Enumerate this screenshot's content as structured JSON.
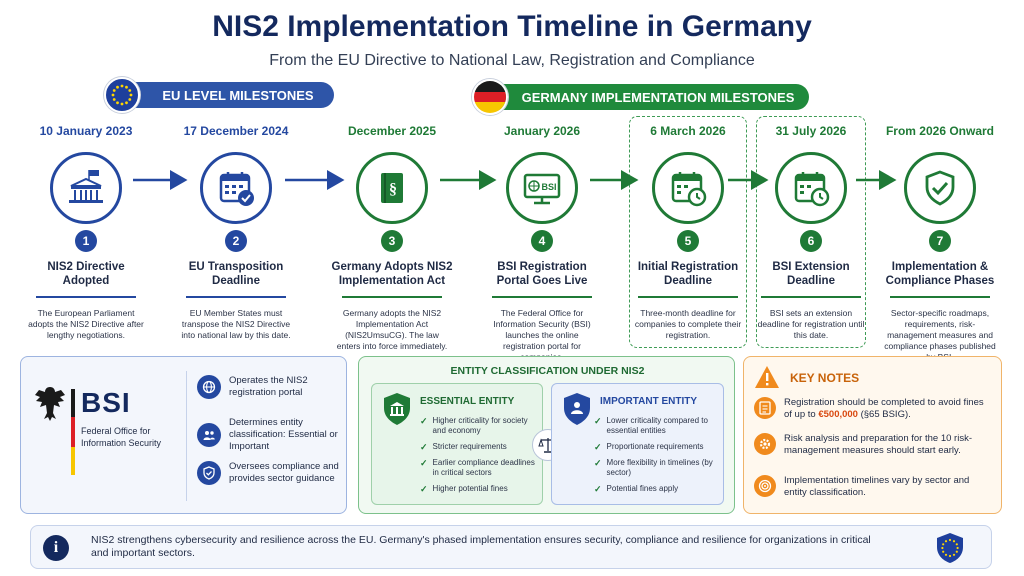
{
  "header": {
    "title": "NIS2 Implementation Timeline in Germany",
    "subtitle": "From the EU Directive to National Law, Registration and Compliance"
  },
  "banners": {
    "eu": "EU LEVEL MILESTONES",
    "germany": "GERMANY IMPLEMENTATION MILESTONES"
  },
  "stages": [
    {
      "number": "1",
      "date": "10 January 2023",
      "label": "NIS2 Directive Adopted",
      "description": "The European Parliament adopts the NIS2 Directive after lengthy negotiations.",
      "icon": "parliament-building-icon"
    },
    {
      "number": "2",
      "date": "17 December 2024",
      "label": "EU Transposition Deadline",
      "description": "EU Member States must transpose the NIS2 Directive into national law by this date.",
      "icon": "calendar-check-icon"
    },
    {
      "number": "3",
      "date": "December 2025",
      "label": "Germany Adopts NIS2 Implementation Act",
      "description": "Germany adopts the NIS2 Implementation Act (NIS2UmsuCG). The law enters into force immediately.",
      "icon": "law-book-icon"
    },
    {
      "number": "4",
      "date": "January 2026",
      "label": "BSI Registration Portal Goes Live",
      "description": "The Federal Office for Information Security (BSI) launches the online registration portal for companies.",
      "icon": "monitor-bsi-icon",
      "monitor_text": "BSI"
    },
    {
      "number": "5",
      "date": "6 March 2026",
      "label": "Initial Registration Deadline",
      "description": "Three-month deadline for companies to complete their registration.",
      "icon": "calendar-clock-icon"
    },
    {
      "number": "6",
      "date": "31 July 2026",
      "label": "BSI Extension Deadline",
      "description": "BSI sets an extension deadline for registration until this date.",
      "icon": "calendar-clock-icon"
    },
    {
      "number": "7",
      "date": "From 2026 Onward",
      "label": "Implementation & Compliance Phases",
      "description": "Sector-specific roadmaps, requirements, risk-management measures and compliance phases published by BSI.",
      "icon": "shield-check-icon"
    }
  ],
  "bsi": {
    "logo_text": "BSI",
    "logo_subtitle": "Federal Office for Information Security",
    "items": [
      {
        "text": "Operates the NIS2 registration portal",
        "icon": "globe-icon"
      },
      {
        "text": "Determines entity classification: Essential or Important",
        "icon": "users-icon"
      },
      {
        "text": "Oversees compliance and provides sector guidance",
        "icon": "shield-check-icon"
      }
    ]
  },
  "classification": {
    "title": "ENTITY CLASSIFICATION UNDER NIS2",
    "essential": {
      "title": "ESSENTIAL ENTITY",
      "items": [
        "Higher criticality for society and economy",
        "Stricter requirements",
        "Earlier compliance deadlines in critical sectors",
        "Higher potential fines"
      ]
    },
    "important": {
      "title": "IMPORTANT ENTITY",
      "items": [
        "Lower criticality compared to essential entities",
        "Proportionate requirements",
        "More flexibility in timelines (by sector)",
        "Potential fines apply"
      ]
    }
  },
  "notes": {
    "title": "KEY NOTES",
    "item1_text": "Registration should be completed to avoid fines of up to ",
    "item1_highlight": "€500,000",
    "item1_suffix": " (§65 BSIG).",
    "item2": "Risk analysis and preparation for the 10 risk-management measures should start early.",
    "item3": "Implementation timelines vary by sector and entity classification."
  },
  "footer": {
    "text": "NIS2 strengthens cybersecurity and resilience across the EU. Germany's phased implementation ensures security, compliance and resilience for organizations in critical and important sectors."
  },
  "colors": {
    "eu_blue": "#2448a0",
    "germany_green": "#1f7a36",
    "notes_orange": "#f08a1d",
    "fine_highlight": "#d9480f",
    "title_navy": "#14295e"
  }
}
